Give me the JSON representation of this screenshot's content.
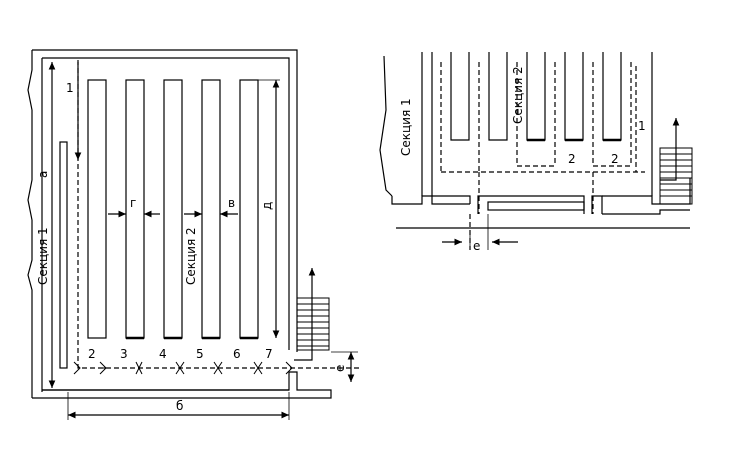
{
  "labels": {
    "section1": "Секция 1",
    "section2": "Секция 2",
    "dim_a": "а",
    "dim_b": "б",
    "dim_v": "в",
    "dim_g": "г",
    "dim_d": "д",
    "dim_e": "е",
    "n1": "1",
    "n2": "2",
    "n3": "3",
    "n4": "4",
    "n5": "5",
    "n6": "6",
    "n7": "7"
  }
}
